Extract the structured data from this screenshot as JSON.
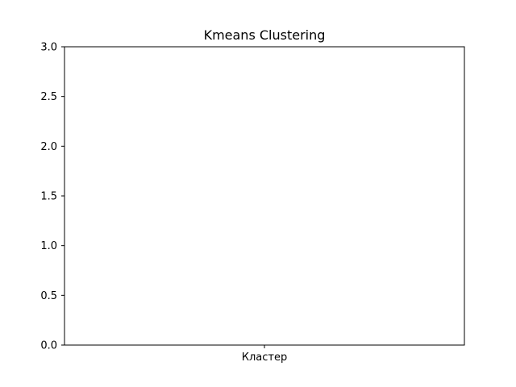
{
  "chart_data": {
    "type": "bar",
    "title": "Kmeans Clustering",
    "xlabel": "",
    "ylabel": "",
    "categories": [
      "Кластер"
    ],
    "series": [
      {
        "values": [
          0
        ]
      }
    ],
    "ylim": [
      0,
      3
    ],
    "yticks": [
      0.0,
      0.5,
      1.0,
      1.5,
      2.0,
      2.5,
      3.0
    ],
    "ytick_labels": [
      "0.0",
      "0.5",
      "1.0",
      "1.5",
      "2.0",
      "2.5",
      "3.0"
    ],
    "grid": false,
    "legend": "none"
  }
}
